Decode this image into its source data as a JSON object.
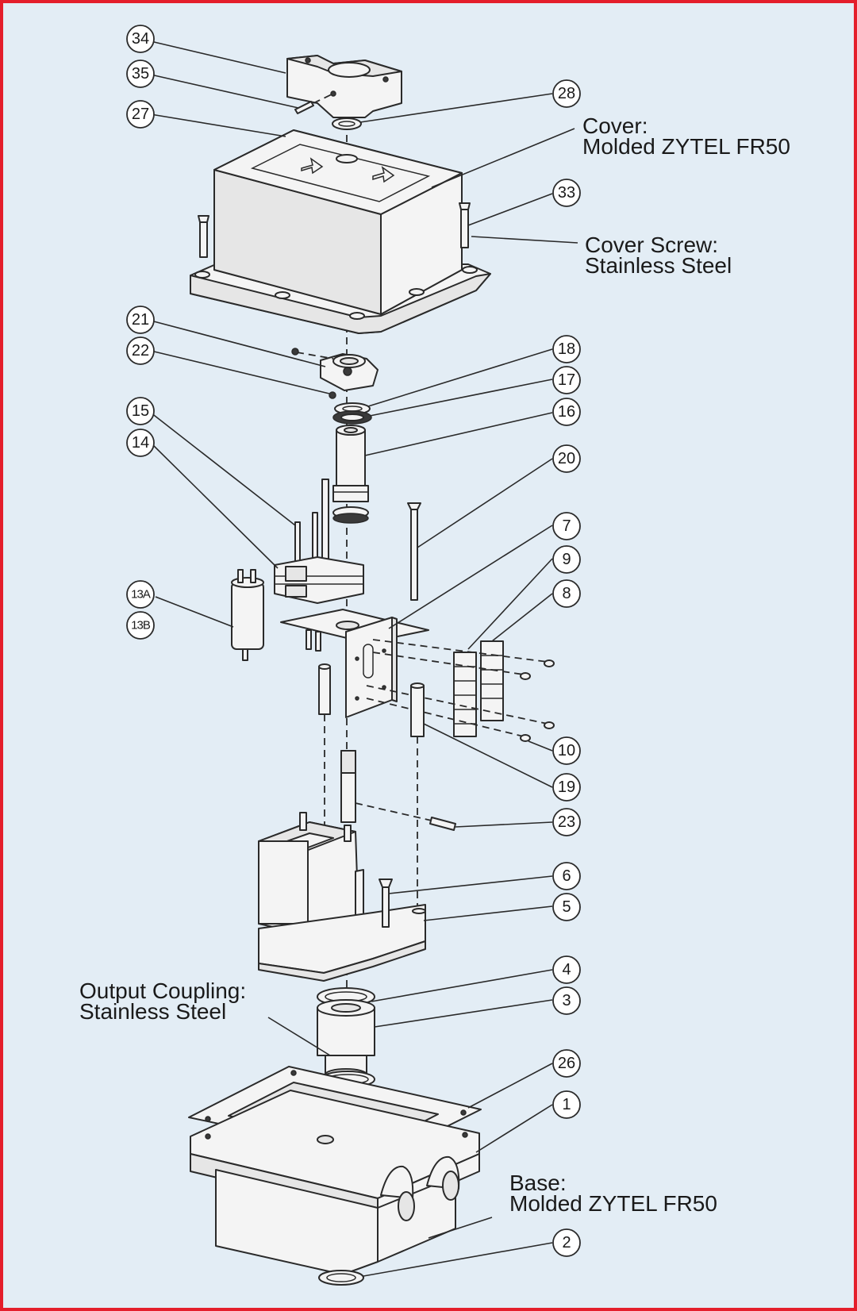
{
  "colors": {
    "background": "#e3edf5",
    "border": "#e41e2b",
    "ink": "#2a2a2a",
    "part_fill": "#f4f4f4"
  },
  "annotations": {
    "cover": {
      "line1": "Cover:",
      "line2": "Molded ZYTEL FR50"
    },
    "cover_screw": {
      "line1": "Cover Screw:",
      "line2": "Stainless Steel"
    },
    "output_coupling": {
      "line1": "Output Coupling:",
      "line2": "Stainless Steel"
    },
    "base": {
      "line1": "Base:",
      "line2": "Molded ZYTEL FR50"
    }
  },
  "callouts": [
    {
      "id": "34",
      "label": "34"
    },
    {
      "id": "35",
      "label": "35"
    },
    {
      "id": "27",
      "label": "27"
    },
    {
      "id": "28",
      "label": "28"
    },
    {
      "id": "33",
      "label": "33"
    },
    {
      "id": "21",
      "label": "21"
    },
    {
      "id": "22",
      "label": "22"
    },
    {
      "id": "18",
      "label": "18"
    },
    {
      "id": "17",
      "label": "17"
    },
    {
      "id": "16",
      "label": "16"
    },
    {
      "id": "15",
      "label": "15"
    },
    {
      "id": "14",
      "label": "14"
    },
    {
      "id": "20",
      "label": "20"
    },
    {
      "id": "7",
      "label": "7"
    },
    {
      "id": "9",
      "label": "9"
    },
    {
      "id": "8",
      "label": "8"
    },
    {
      "id": "13A",
      "label": "13A"
    },
    {
      "id": "13B",
      "label": "13B"
    },
    {
      "id": "10",
      "label": "10"
    },
    {
      "id": "19",
      "label": "19"
    },
    {
      "id": "23",
      "label": "23"
    },
    {
      "id": "6",
      "label": "6"
    },
    {
      "id": "5",
      "label": "5"
    },
    {
      "id": "4",
      "label": "4"
    },
    {
      "id": "3",
      "label": "3"
    },
    {
      "id": "26",
      "label": "26"
    },
    {
      "id": "1",
      "label": "1"
    },
    {
      "id": "2",
      "label": "2"
    }
  ]
}
